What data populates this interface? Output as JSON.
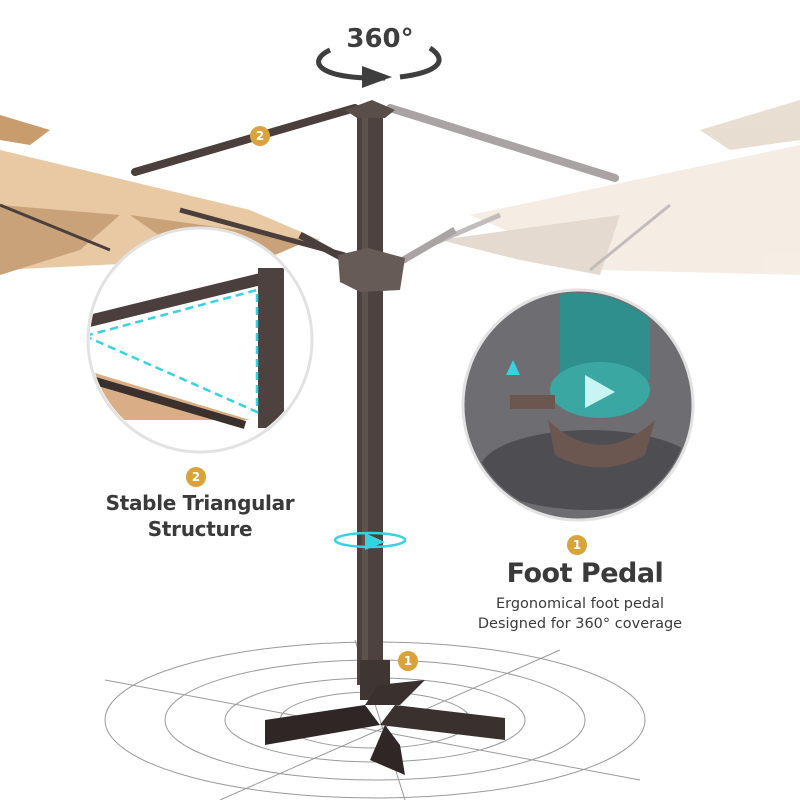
{
  "header": {
    "rotation_label": "360°"
  },
  "features": [
    {
      "number": "2",
      "title_line1": "Stable Triangular",
      "title_line2": "Structure"
    },
    {
      "number": "1",
      "title": "Foot Pedal",
      "description_line1": "Ergonomical foot pedal",
      "description_line2": "Designed for 360° coverage"
    }
  ],
  "callouts": {
    "arm_badge": "2",
    "base_badge": "1"
  },
  "colors": {
    "badge": "#d9a23a",
    "frame": "#4a3f3c",
    "canopy": "#e8c7a2",
    "accent_cyan": "#35d3e0",
    "text": "#3a3a3a"
  }
}
